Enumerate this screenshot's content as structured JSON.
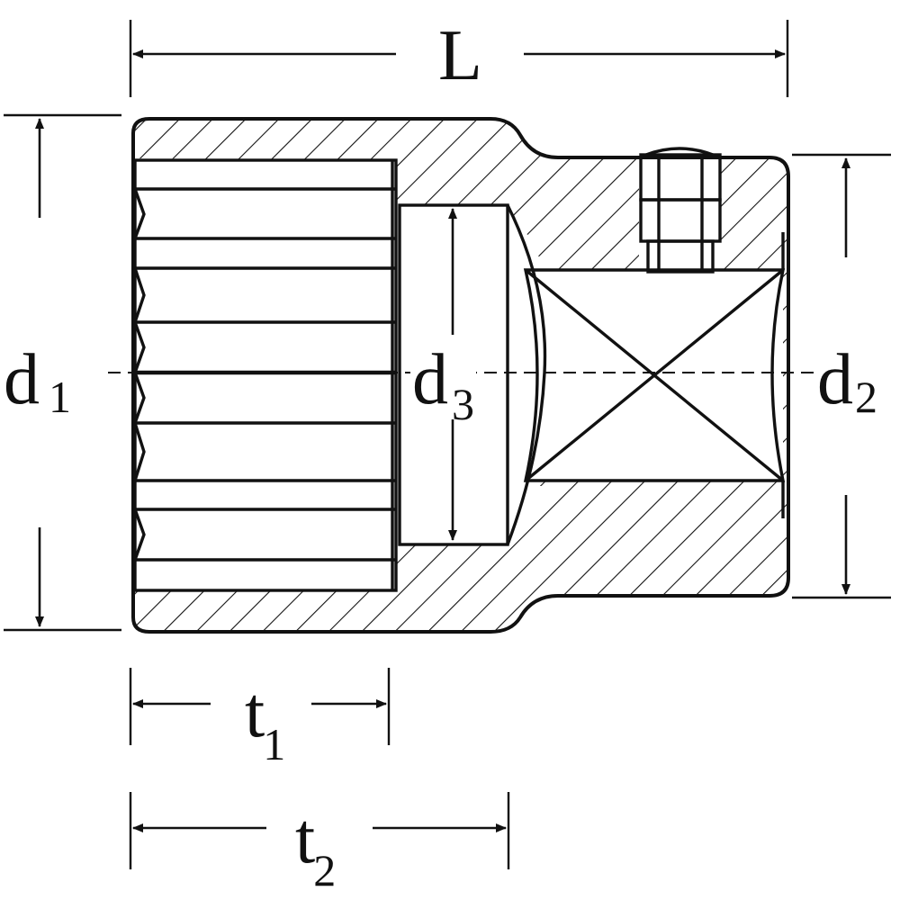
{
  "labels": {
    "L": {
      "main": "L",
      "sub": ""
    },
    "d1": {
      "main": "d",
      "sub": "1"
    },
    "d2": {
      "main": "d",
      "sub": "2"
    },
    "d3": {
      "main": "d",
      "sub": "3"
    },
    "t1": {
      "main": "t",
      "sub": "1"
    },
    "t2": {
      "main": "t",
      "sub": "2"
    }
  },
  "colors": {
    "ink": "#111111",
    "background": "#ffffff"
  }
}
